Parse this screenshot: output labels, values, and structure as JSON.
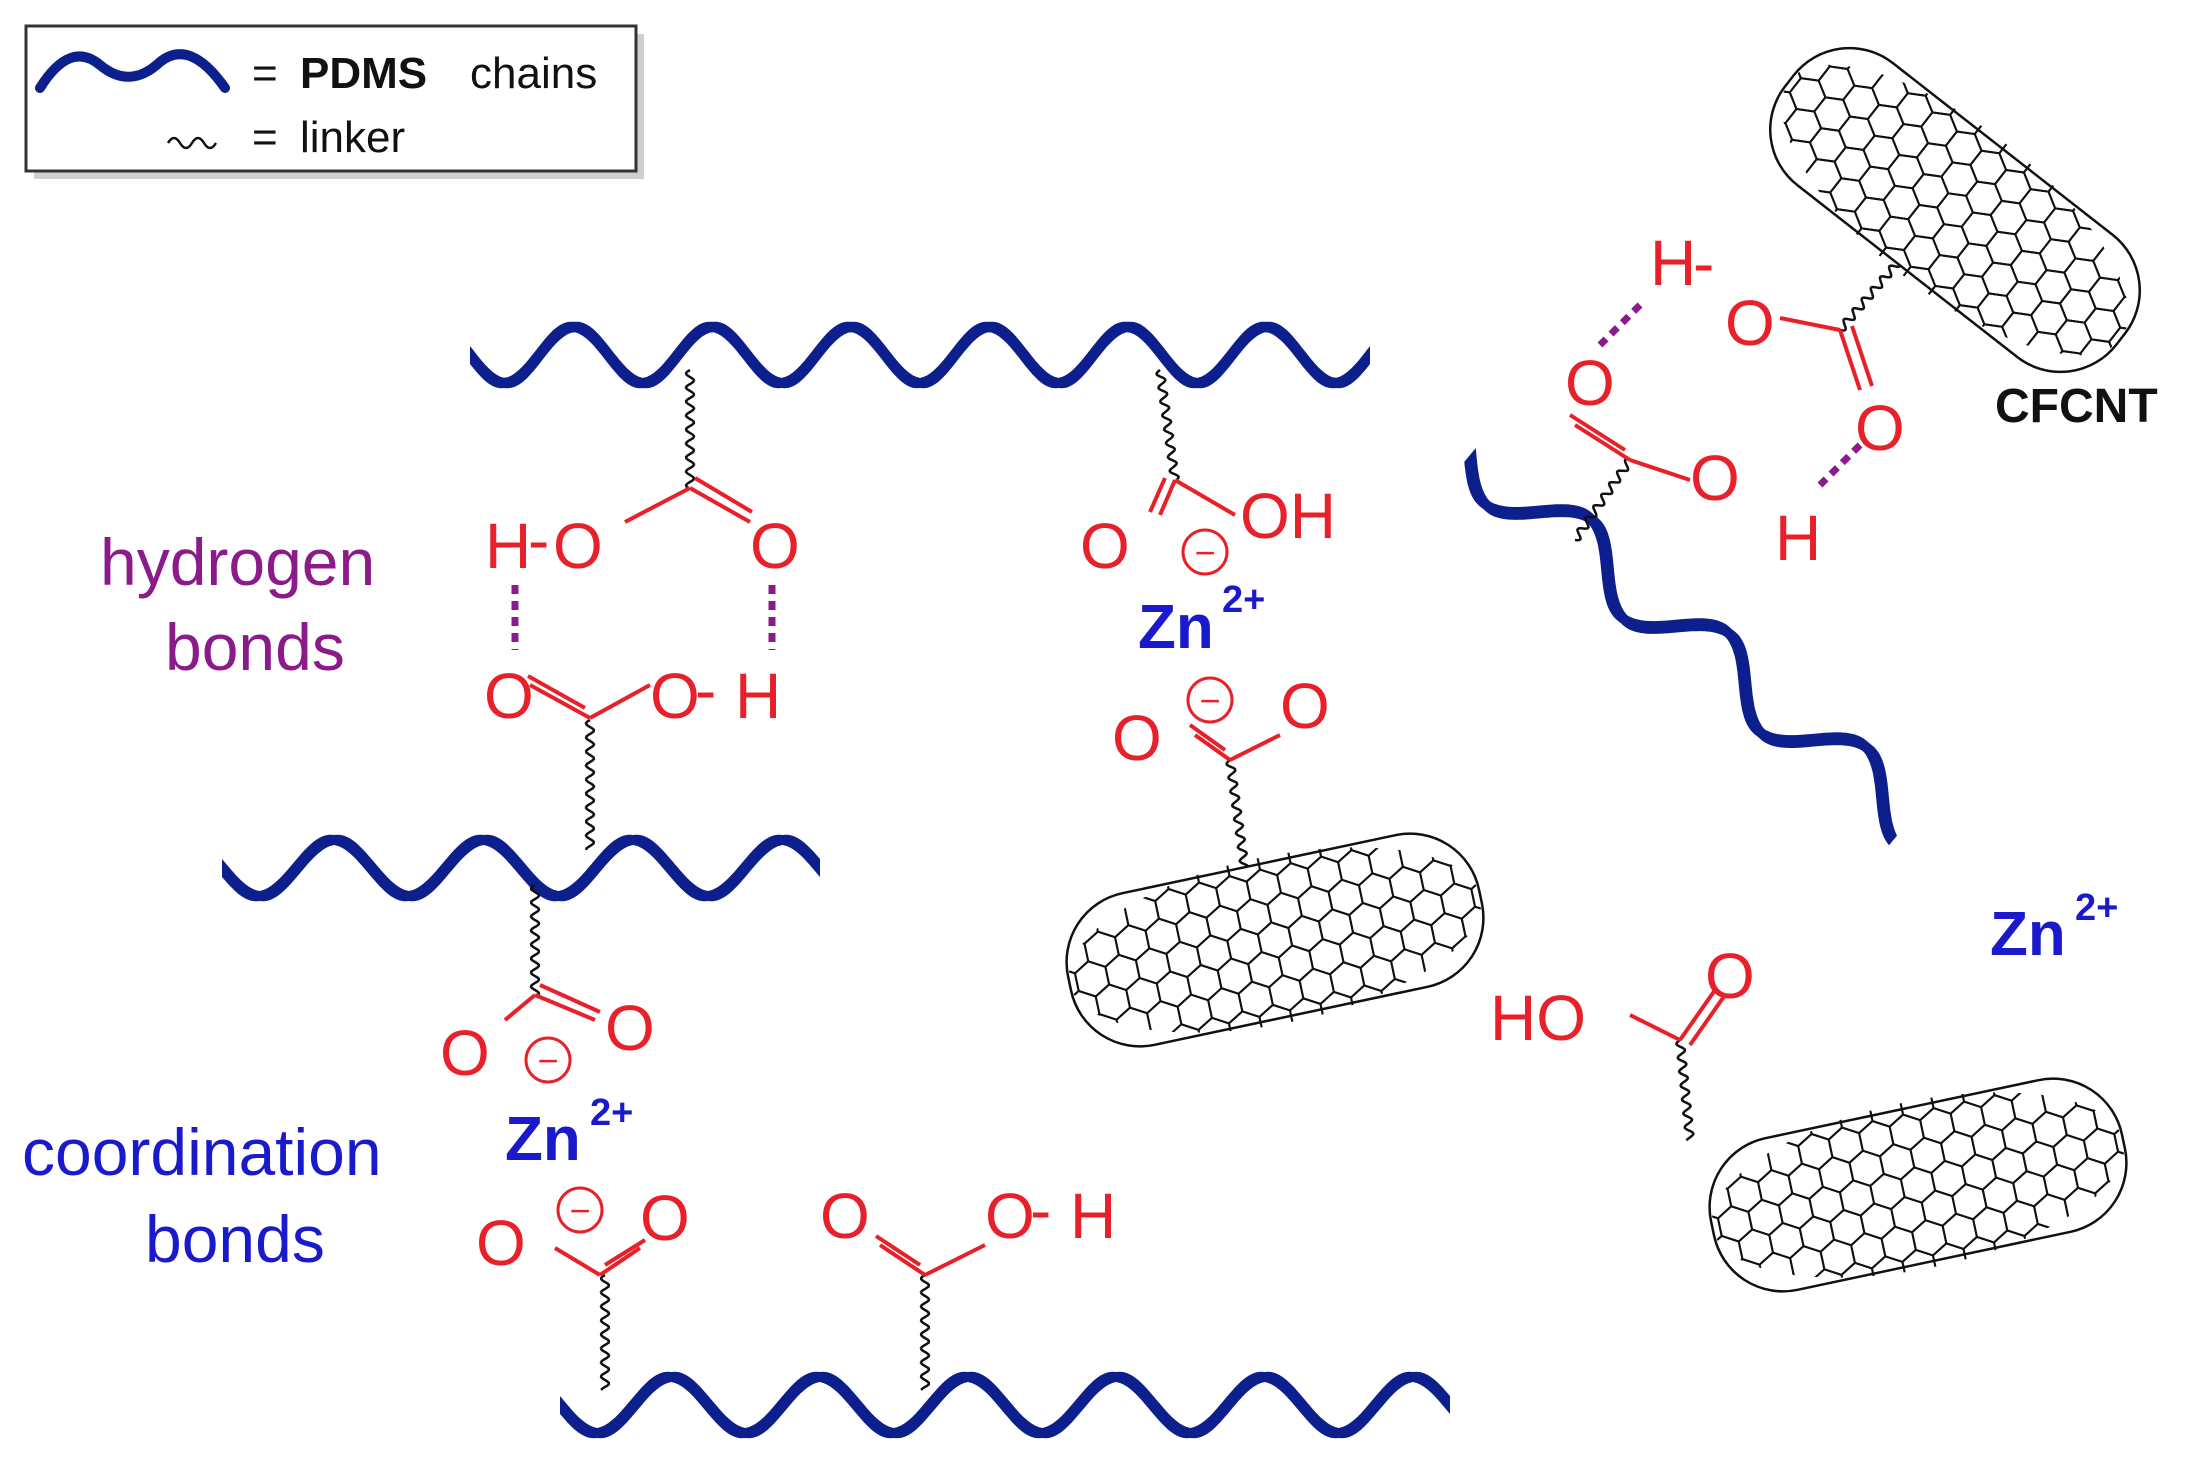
{
  "legend": {
    "eq1": "=",
    "pdms_bold": "PDMS",
    "pdms_rest": "chains",
    "eq2": "=",
    "linker_text": "linker"
  },
  "labels": {
    "hydrogen_line1": "hydrogen",
    "hydrogen_line2": "bonds",
    "coordination_line1": "coordination",
    "coordination_line2": "bonds",
    "cfcnt": "CFCNT"
  },
  "atoms": {
    "H": "H",
    "O": "O",
    "OH": "OH",
    "HO": "HO",
    "dash": "-",
    "minus": "−"
  },
  "ions": {
    "zn": "Zn",
    "charge": "2+"
  },
  "colors": {
    "pdms": "#0d1f8c",
    "acid": "#e8202a",
    "zn": "#1a1acc",
    "hbond": "#8b1a8b",
    "cnt": "#111111"
  }
}
